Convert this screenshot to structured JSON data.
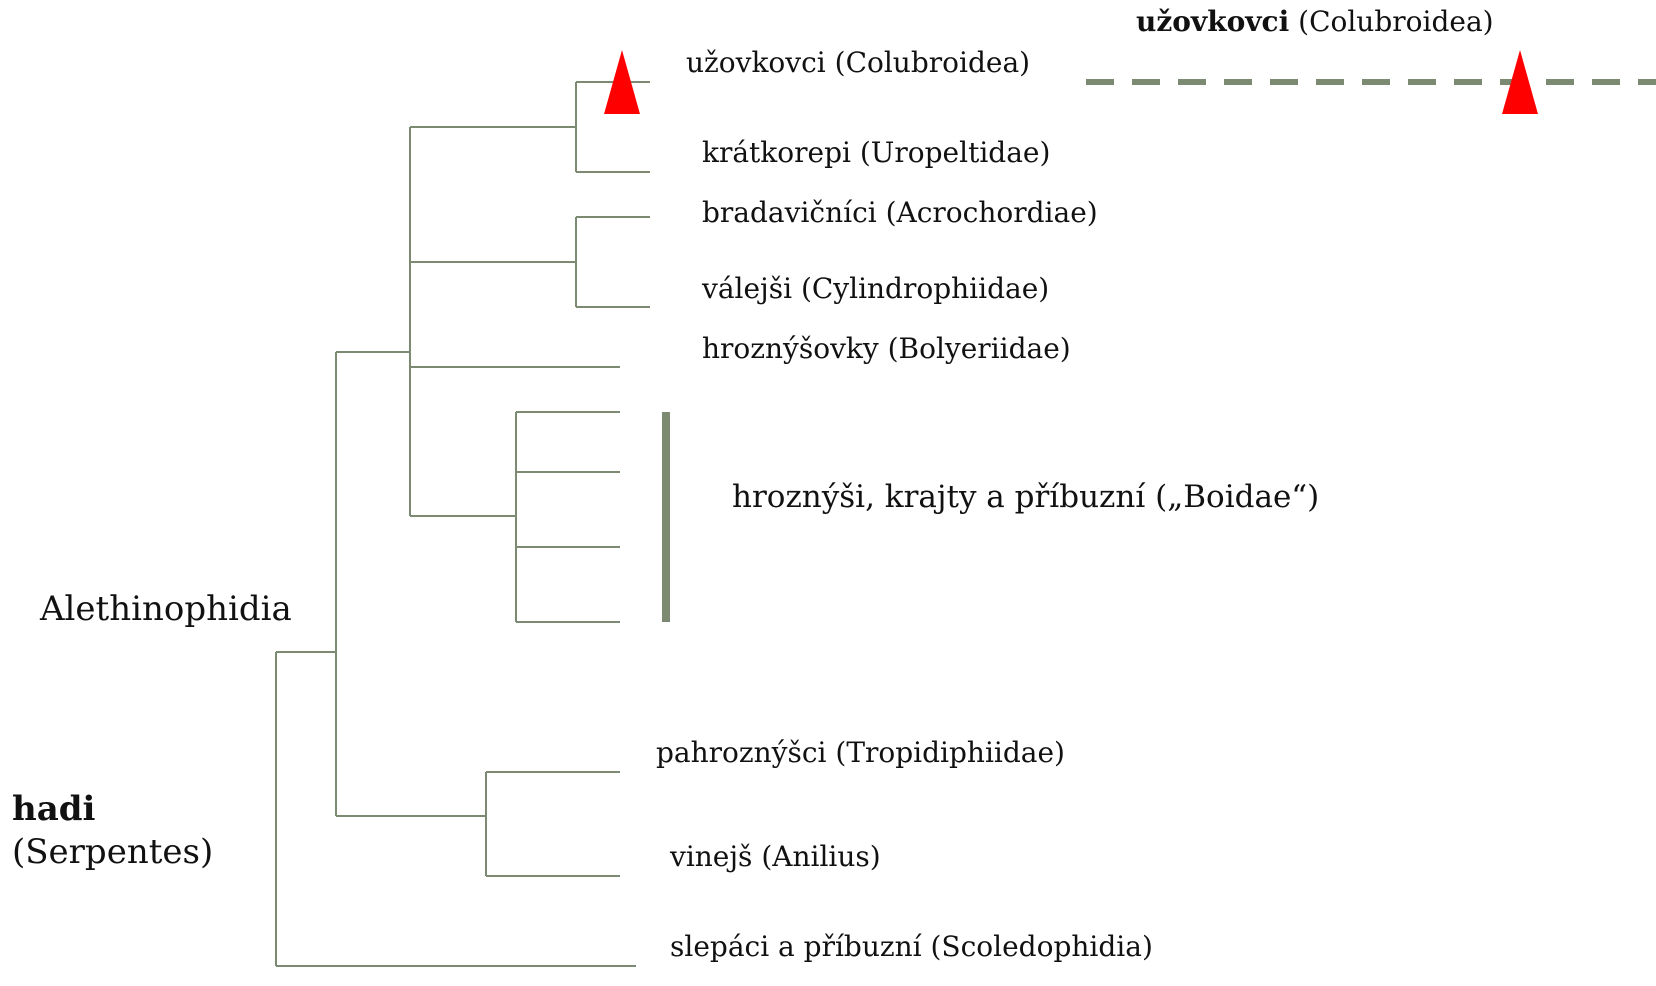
{
  "header": {
    "highlight_name": "užovkovci",
    "highlight_latin": "(Colubroidea)"
  },
  "colors": {
    "branch": "#7d8a72",
    "bar": "#7d8a72",
    "dash": "#7d8a72",
    "marker": "#ff0000"
  },
  "icons": [
    "triangle-marker-icon"
  ],
  "clade_label": "Alethinophidia",
  "root": {
    "name": "hadi",
    "latin": "(Serpentes)"
  },
  "taxa": [
    "užovkovci (Colubroidea)",
    "krátkorepi (Uropeltidae)",
    "bradavičníci (Acrochordiae)",
    "válejši (Cylindrophiidae)",
    "hroznýšovky (Bolyeriidae)",
    "hroznýši, krajty a příbuzní („Boidae“)",
    "pahroznýšci (Tropidiphiidae)",
    "vinejš (Anilius)",
    "slepáci a příbuzní (Scoledophidia)"
  ]
}
